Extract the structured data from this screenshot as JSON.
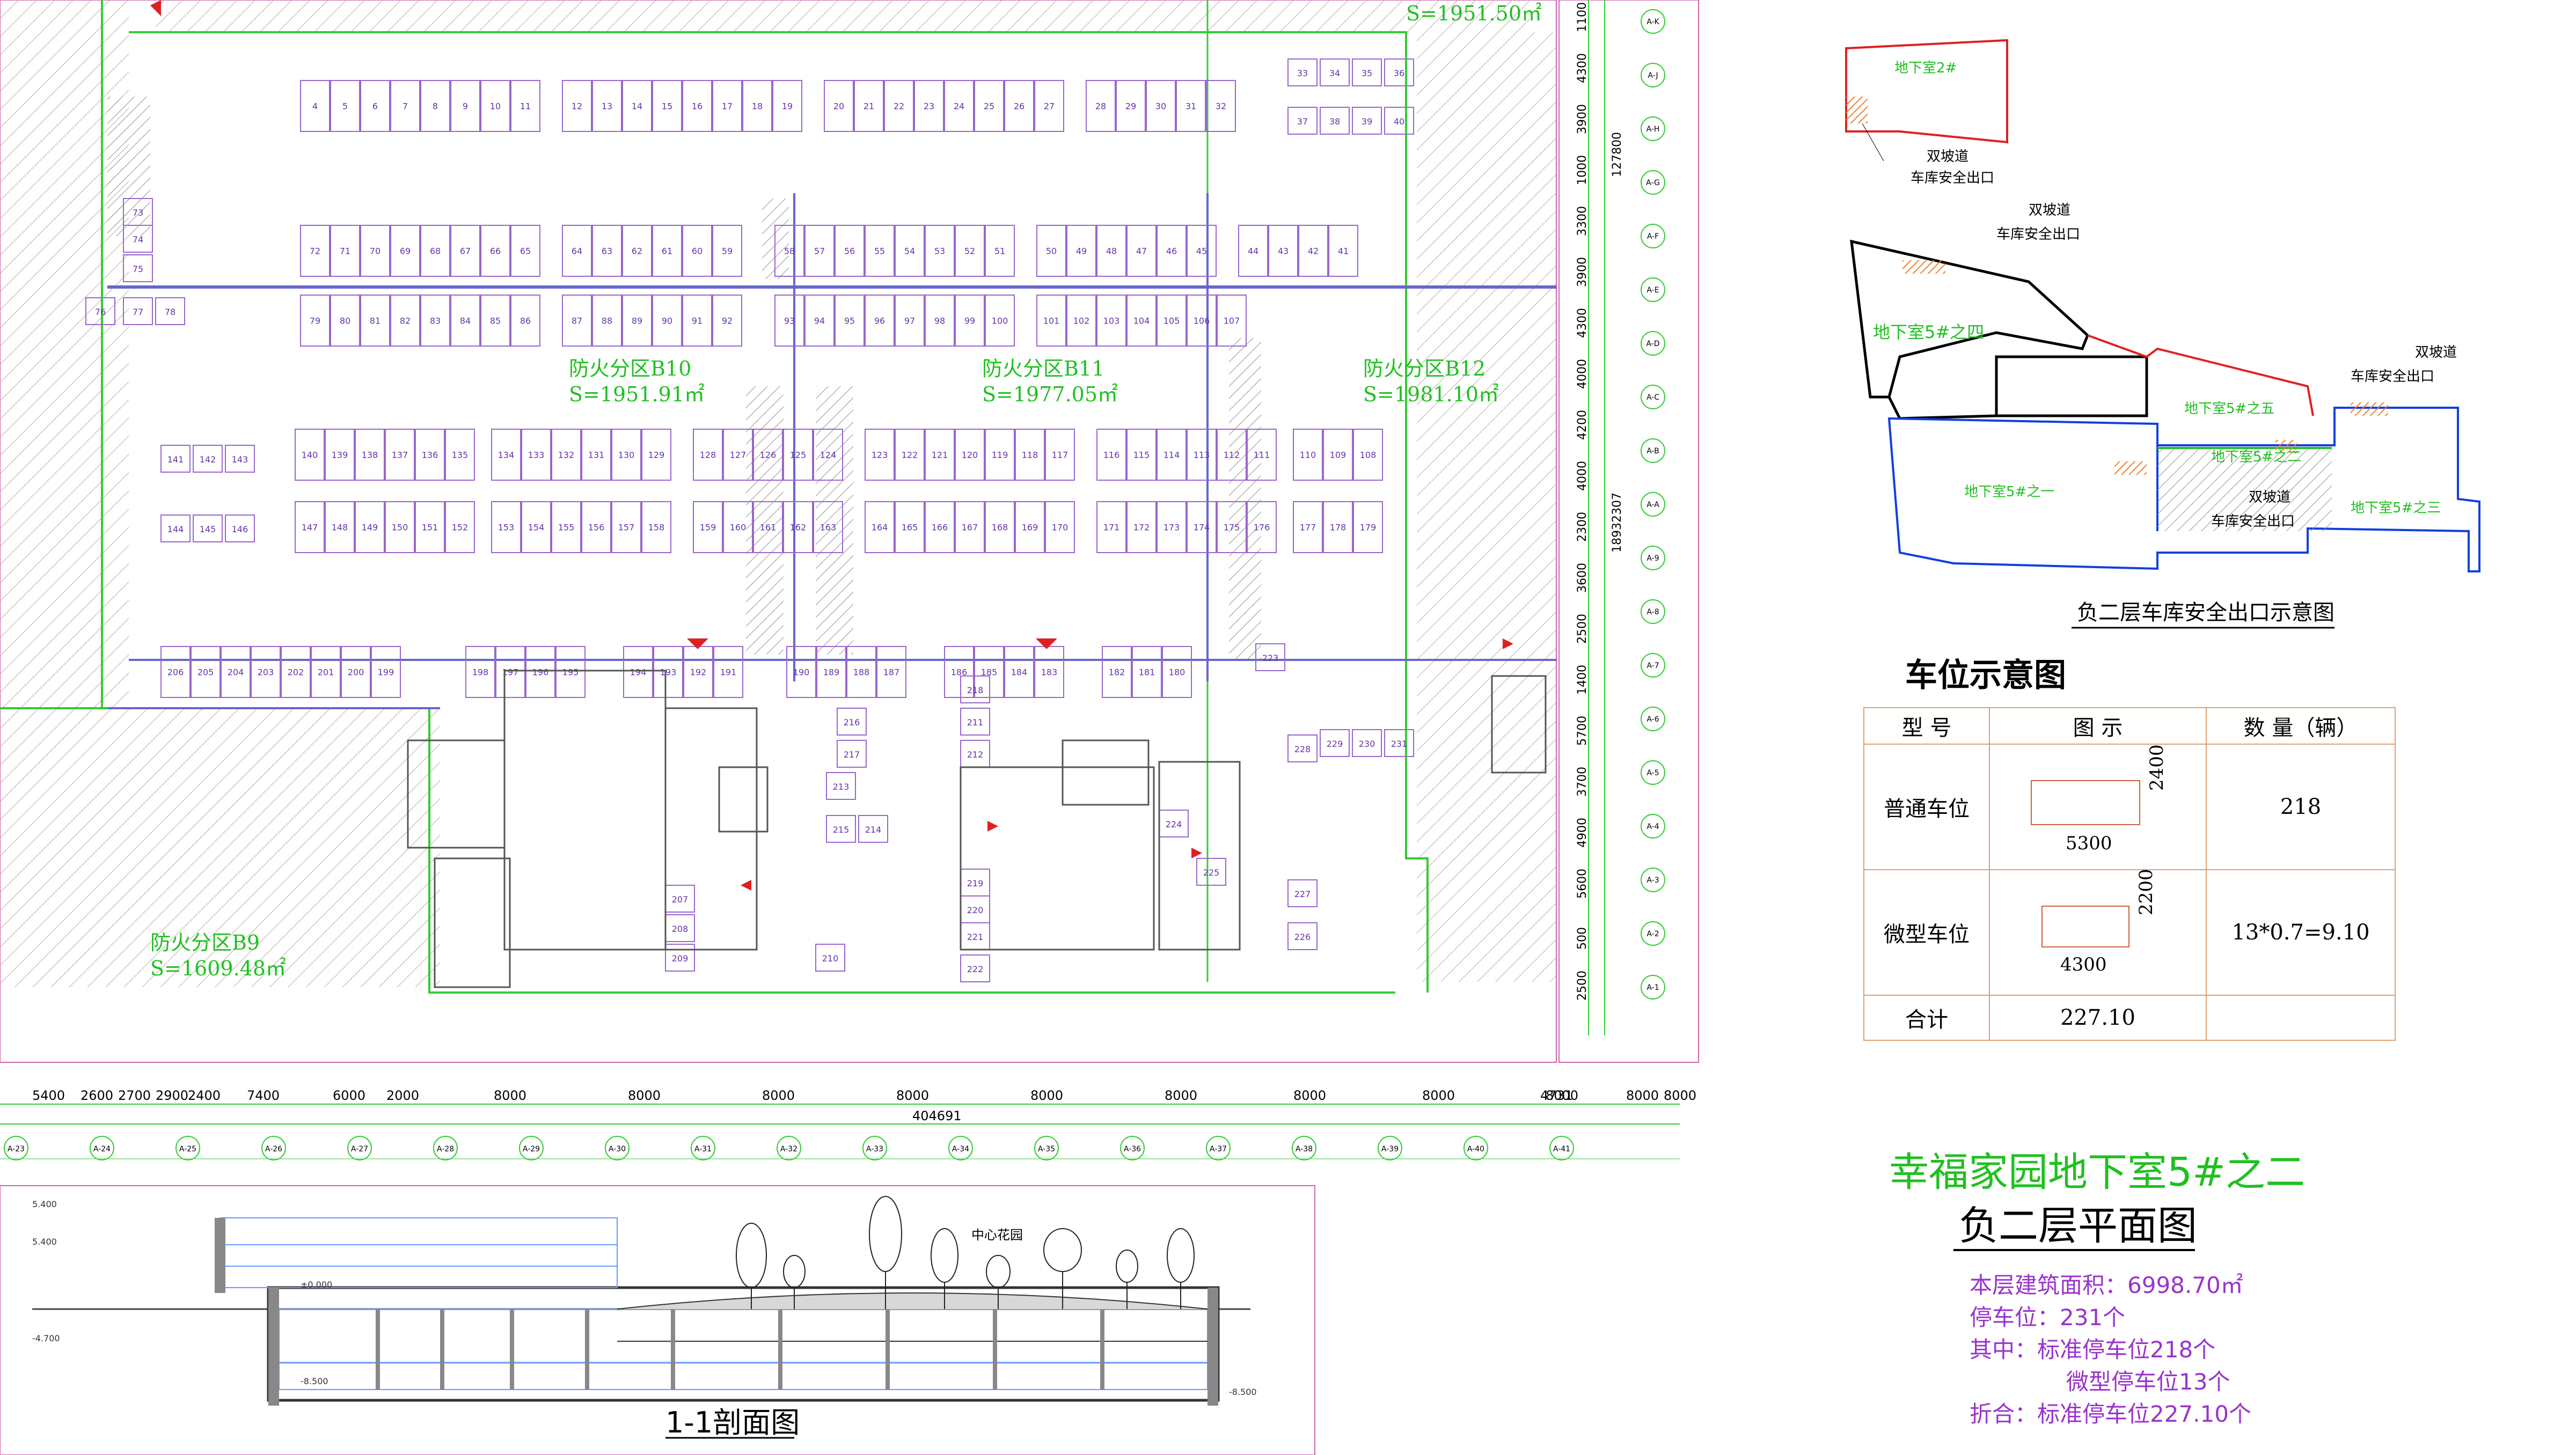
{
  "plan": {
    "fire_zones": [
      {
        "id": "B9",
        "name": "防火分区B9",
        "area": "S=1609.48㎡"
      },
      {
        "id": "B10",
        "name": "防火分区B10",
        "area": "S=1951.91㎡"
      },
      {
        "id": "B11",
        "name": "防火分区B11",
        "area": "S=1977.05㎡"
      },
      {
        "id": "B12",
        "name": "防火分区B12",
        "area": "S=1981.10㎡"
      },
      {
        "id": "top",
        "name": "",
        "area": "S=1951.50㎡"
      }
    ],
    "row_top_spaces": [
      "4",
      "5",
      "6",
      "7",
      "8",
      "9",
      "10",
      "11",
      "12",
      "13",
      "14",
      "15",
      "16",
      "17",
      "18",
      "19",
      "20",
      "21",
      "22",
      "23",
      "24",
      "25",
      "26",
      "27",
      "28",
      "29",
      "30",
      "31",
      "32"
    ],
    "row_mid_upper": [
      "72",
      "71",
      "70",
      "69",
      "68",
      "67",
      "66",
      "65",
      "64",
      "63",
      "62",
      "61",
      "60",
      "59",
      "58",
      "57",
      "56",
      "55",
      "54",
      "53",
      "52",
      "51",
      "50",
      "49",
      "48",
      "47",
      "46",
      "45",
      "44",
      "43",
      "42",
      "41"
    ],
    "row_mid_lower": [
      "79",
      "80",
      "81",
      "82",
      "83",
      "84",
      "85",
      "86",
      "87",
      "88",
      "89",
      "90",
      "91",
      "92",
      "93",
      "94",
      "95",
      "96",
      "97",
      "98",
      "99",
      "100",
      "101",
      "102",
      "103",
      "104",
      "105",
      "106",
      "107"
    ],
    "row_b_upper": [
      "140",
      "139",
      "138",
      "137",
      "136",
      "135",
      "134",
      "133",
      "132",
      "131",
      "130",
      "129",
      "128",
      "127",
      "126",
      "125",
      "124",
      "123",
      "122",
      "121",
      "120",
      "119",
      "118",
      "117",
      "116",
      "115",
      "114",
      "113",
      "112",
      "111",
      "110",
      "109",
      "108"
    ],
    "row_b_lower": [
      "147",
      "148",
      "149",
      "150",
      "151",
      "152",
      "153",
      "154",
      "155",
      "156",
      "157",
      "158",
      "159",
      "160",
      "161",
      "162",
      "163",
      "164",
      "165",
      "166",
      "167",
      "168",
      "169",
      "170",
      "171",
      "172",
      "173",
      "174",
      "175",
      "176",
      "177",
      "178",
      "179"
    ],
    "row_c": [
      "206",
      "205",
      "204",
      "203",
      "202",
      "201",
      "200",
      "199",
      "198",
      "197",
      "196",
      "195",
      "194",
      "193",
      "192",
      "191",
      "190",
      "189",
      "188",
      "187",
      "186",
      "185",
      "184",
      "183",
      "182",
      "181",
      "180"
    ],
    "extra_spaces": [
      "73",
      "74",
      "75",
      "76",
      "77",
      "78",
      "207",
      "208",
      "209",
      "210",
      "211",
      "212",
      "213",
      "214",
      "215",
      "216",
      "217",
      "218",
      "219",
      "220",
      "221",
      "222",
      "223",
      "224",
      "225",
      "226",
      "227",
      "228",
      "229",
      "230",
      "231",
      "33",
      "34",
      "35",
      "36",
      "37",
      "38",
      "39",
      "40",
      "141",
      "142",
      "143",
      "144",
      "145",
      "146"
    ],
    "dims_bottom": [
      "5400",
      "2600",
      "2700",
      "2900",
      "2400",
      "7400",
      "6000",
      "2000",
      "8000",
      "8000",
      "8000",
      "8000",
      "8000",
      "8000",
      "8000",
      "8000",
      "8000",
      "8000",
      "4731",
      "8000"
    ],
    "total_dim": "404691",
    "axes_bottom": [
      "A-23",
      "A-24",
      "A-25",
      "A-26",
      "A-27",
      "A-28",
      "A-29",
      "A-30",
      "A-31",
      "A-32",
      "A-33",
      "A-34",
      "A-35",
      "A-36",
      "A-37",
      "A-38",
      "A-39",
      "A-40",
      "A-41"
    ],
    "dims_right": [
      "1100",
      "4300",
      "3900",
      "1000",
      "3300",
      "3900",
      "4300",
      "4000",
      "4200",
      "4000",
      "2300",
      "3600",
      "2500",
      "1400",
      "5700",
      "3700",
      "4900",
      "5600",
      "500",
      "2500"
    ],
    "right_total": "127800",
    "right_total_2": "18932307",
    "axes_right": [
      "A-K",
      "A-J",
      "A-H",
      "A-G",
      "A-F",
      "A-E",
      "A-D",
      "A-C",
      "A-B",
      "A-A",
      "A-9",
      "A-8",
      "A-7",
      "A-6",
      "A-5",
      "A-4",
      "A-3",
      "A-2",
      "A-1"
    ]
  },
  "exit_diagram": {
    "title": "负二层车库安全出口示意图",
    "labels": {
      "b2": "地下室2#",
      "b5_4": "地下室5#之四",
      "b5_5": "地下室5#之五",
      "b5_1": "地下室5#之一",
      "b5_2": "地下室5#之二",
      "b5_3": "地下室5#之三",
      "ramp": "双坡道",
      "exit": "车库安全出口"
    },
    "colors": {
      "red": "#e02020",
      "blue": "#1040e0",
      "green": "#20c020",
      "black": "#000000",
      "hatch": "#f08030"
    }
  },
  "legend": {
    "title": "车位示意图",
    "headers": [
      "型  号",
      "图  示",
      "数  量（辆）"
    ],
    "rows": [
      {
        "type": "普通车位",
        "w": "5300",
        "h": "2400",
        "qty": "218"
      },
      {
        "type": "微型车位",
        "w": "4300",
        "h": "2200",
        "qty": "13*0.7=9.10"
      }
    ],
    "total_label": "合计",
    "total_value": "227.10"
  },
  "title_block": {
    "project": "幸福家园地下室5#之二",
    "drawing": "负二层平面图",
    "area": "本层建筑面积：6998.70㎡",
    "spaces": "停车位：231个",
    "std": "其中：标准停车位218个",
    "micro": "微型停车位13个",
    "equiv": "折合：标准停车位227.10个"
  },
  "section": {
    "title": "1-1剖面图",
    "garden": "中心花园",
    "levels": [
      "5.400",
      "5.400",
      "±0.000",
      "-4.700",
      "-8.500",
      "-8.500"
    ]
  }
}
